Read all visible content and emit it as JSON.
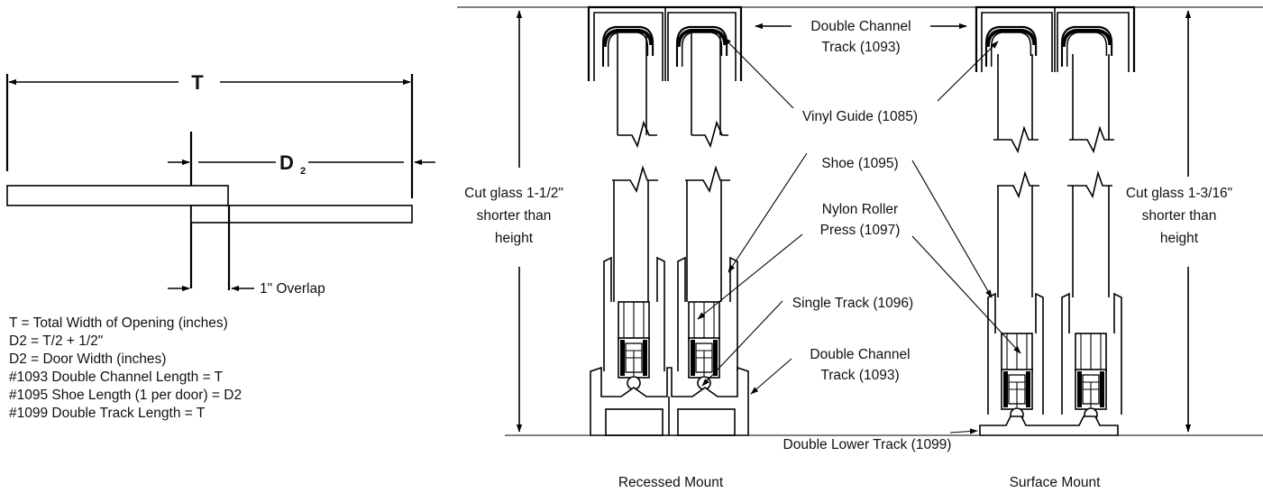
{
  "colors": {
    "ink": "#000000",
    "background": "#ffffff"
  },
  "overlap_diagram": {
    "total_label": "T",
    "door_label": "D",
    "door_subscript": "2",
    "overlap_label": "1\" Overlap",
    "formulas": [
      "T = Total Width of Opening (inches)",
      "D2 = T/2 + 1/2\"",
      "D2 = Door Width (inches)",
      "#1093 Double Channel Length = T",
      "#1095 Shoe Length (1 per door) = D2",
      "#1099 Double Track Length = T"
    ]
  },
  "left_cut_note": [
    "Cut glass 1-1/2\"",
    "shorter than",
    "height"
  ],
  "right_cut_note": [
    "Cut glass 1-3/16\"",
    "shorter than",
    "height"
  ],
  "labels": {
    "double_channel_top": [
      "Double Channel",
      "Track (1093)"
    ],
    "vinyl_guide": "Vinyl Guide (1085)",
    "shoe": "Shoe (1095)",
    "nylon_roller": [
      "Nylon Roller",
      "Press (1097)"
    ],
    "single_track": "Single Track (1096)",
    "double_channel_bottom": [
      "Double Channel",
      "Track (1093)"
    ],
    "double_lower_track": "Double Lower Track (1099)"
  },
  "captions": {
    "recessed": "Recessed Mount",
    "surface": "Surface Mount"
  }
}
